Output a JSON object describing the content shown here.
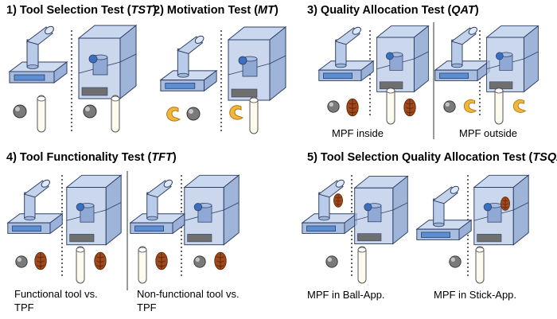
{
  "panels": [
    {
      "id": "tst",
      "title_prefix": "1) Tool Selection Test (",
      "abbr": "TST",
      "title_suffix": ")"
    },
    {
      "id": "mt",
      "title_prefix": "2) Motivation Test (",
      "abbr": "MT",
      "title_suffix": ")"
    },
    {
      "id": "qat",
      "title_prefix": "3) Quality Allocation Test (",
      "abbr": "QAT",
      "title_suffix": ")"
    },
    {
      "id": "tft",
      "title_prefix": "4) Tool Functionality Test (",
      "abbr": "TFT",
      "title_suffix": ")"
    },
    {
      "id": "tsqat",
      "title_prefix": "5) Tool Selection Quality Allocation Test (",
      "abbr": "TSQAT",
      "title_suffix": ")"
    }
  ],
  "captions": {
    "qat_inside": "MPF inside",
    "qat_outside": "MPF outside",
    "tft_functional_1": "Functional tool vs.",
    "tft_functional_2": "TPF",
    "tft_nonfunctional_1": "Non-functional tool vs.",
    "tft_nonfunctional_2": "TPF",
    "tsqat_ball": "MPF in Ball-App.",
    "tsqat_stick": "MPF in Stick-App."
  },
  "colors": {
    "apparatus_fill": "#b8c9e6",
    "apparatus_stroke": "#2c3e63",
    "ball": "#7a7a7a",
    "stick": "#fdfaee",
    "pecan": "#a04a1c",
    "cashew": "#f2b73a"
  }
}
